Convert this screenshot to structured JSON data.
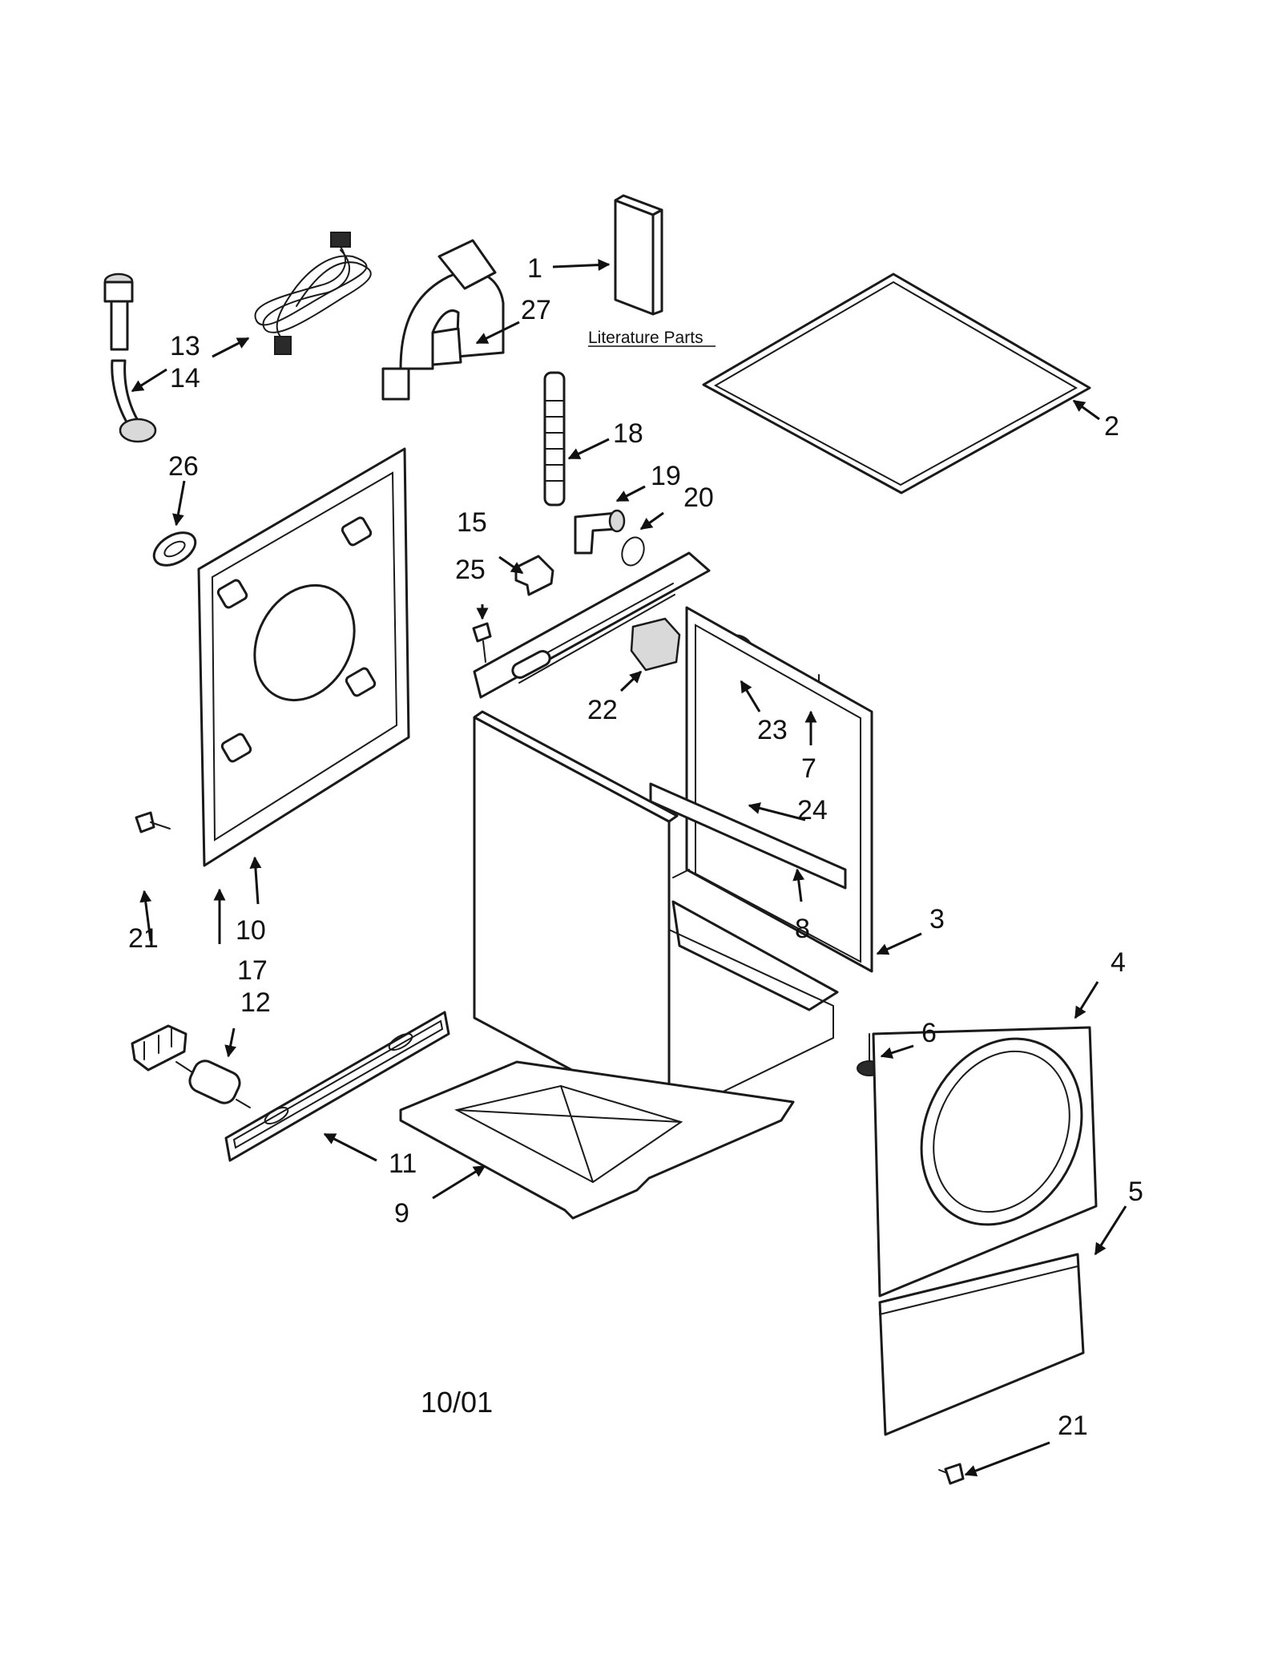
{
  "callouts": {
    "c1": "1",
    "c2": "2",
    "c3": "3",
    "c4": "4",
    "c5": "5",
    "c6": "6",
    "c7": "7",
    "c8": "8",
    "c9": "9",
    "c10": "10",
    "c11": "11",
    "c12": "12",
    "c13": "13",
    "c14": "14",
    "c15": "15",
    "c17": "17",
    "c18": "18",
    "c19": "19",
    "c20": "20",
    "c21a": "21",
    "c21b": "21",
    "c22": "22",
    "c23": "23",
    "c24": "24",
    "c25": "25",
    "c26": "26",
    "c27": "27"
  },
  "literature_label": "Literature Parts",
  "date_code": "10/01"
}
